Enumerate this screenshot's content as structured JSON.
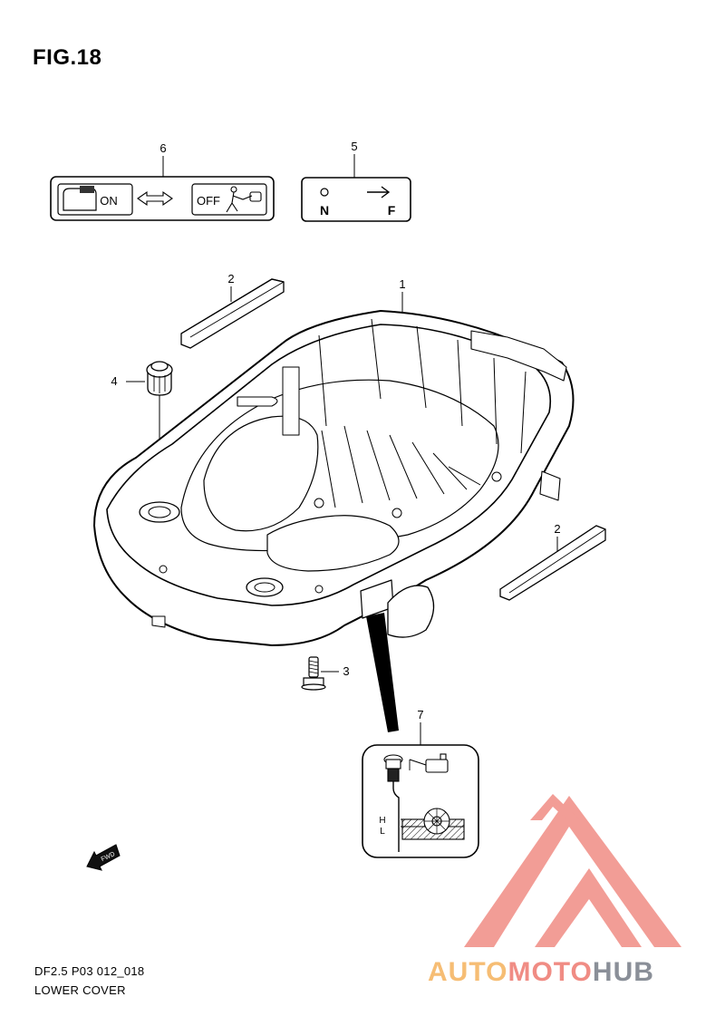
{
  "figure": {
    "title": "FIG.18"
  },
  "callouts": {
    "p1": "1",
    "p2a": "2",
    "p2b": "2",
    "p3": "3",
    "p4": "4",
    "p5": "5",
    "p6": "6",
    "p7": "7"
  },
  "decal_choke": {
    "on_label": "ON",
    "off_label": "OFF"
  },
  "decal_shift": {
    "n_label": "N",
    "f_label": "F"
  },
  "decal_oil": {
    "high_label": "H",
    "low_label": "L"
  },
  "fwd_label": "FWD",
  "footer": {
    "model_code": "DF2.5 P03 012_018",
    "section": "LOWER COVER"
  },
  "watermark": {
    "part1": "AUTO",
    "part2": "MOTO",
    "part3": "HUB",
    "color_light": "#f6bd74",
    "color_red": "#f08c84",
    "color_gray": "#8a8f98"
  }
}
